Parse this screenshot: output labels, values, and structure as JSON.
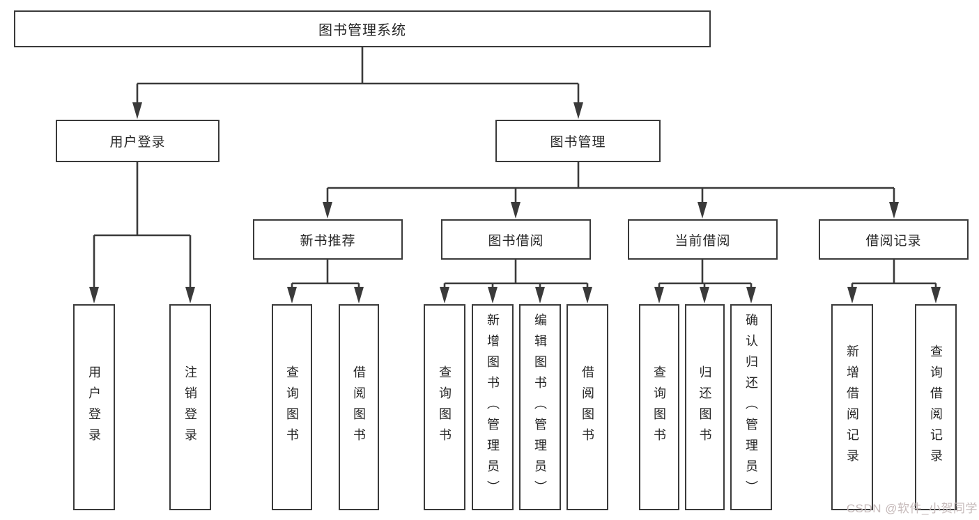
{
  "diagram": {
    "root": {
      "label": "图书管理系统"
    },
    "branches": [
      {
        "label": "用户登录",
        "children": [
          {
            "label": "用户登录"
          },
          {
            "label": "注销登录"
          }
        ]
      },
      {
        "label": "图书管理",
        "sections": [
          {
            "label": "新书推荐",
            "children": [
              {
                "label": "查询图书"
              },
              {
                "label": "借阅图书"
              }
            ]
          },
          {
            "label": "图书借阅",
            "children": [
              {
                "label": "查询图书"
              },
              {
                "label": "新增图书（管理员）"
              },
              {
                "label": "编辑图书（管理员）"
              },
              {
                "label": "借阅图书"
              }
            ]
          },
          {
            "label": "当前借阅",
            "children": [
              {
                "label": "查询图书"
              },
              {
                "label": "归还图书"
              },
              {
                "label": "确认归还（管理员）"
              }
            ]
          },
          {
            "label": "借阅记录",
            "children": [
              {
                "label": "新增借阅记录"
              },
              {
                "label": "查询借阅记录"
              }
            ]
          }
        ]
      }
    ],
    "watermark": "CSDN @软件_小贺同学"
  },
  "colors": {
    "line": "#3a3a3a",
    "text": "#262626",
    "watermark": "#c6baba",
    "background": "#ffffff"
  }
}
